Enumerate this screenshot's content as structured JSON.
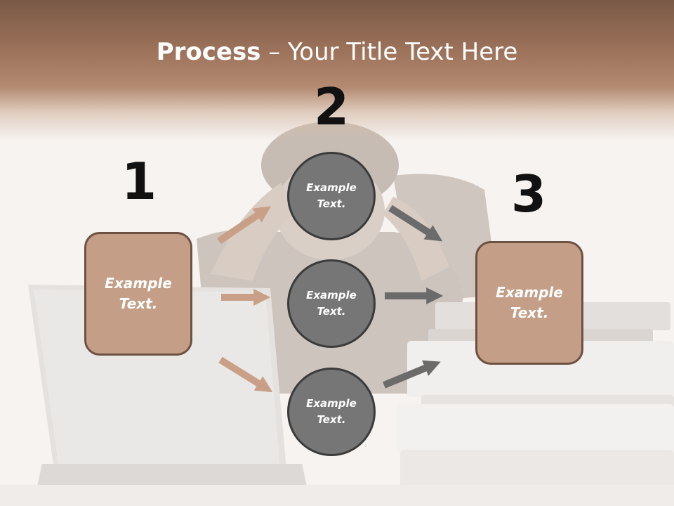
{
  "slide": {
    "title_bold": "Process",
    "title_rest": " – Your Title Text Here"
  },
  "steps": {
    "one": {
      "number": "1",
      "text": "Example\nText."
    },
    "two": {
      "number": "2",
      "circles": [
        "Example\nText.",
        "Example\nText.",
        "Example\nText."
      ]
    },
    "three": {
      "number": "3",
      "text": "Example\nText."
    }
  },
  "colors": {
    "accent_brown": "#c49e86",
    "circle_gray": "#767676",
    "arrow_tan": "#c9a087",
    "arrow_gray": "#6b6b6b"
  }
}
